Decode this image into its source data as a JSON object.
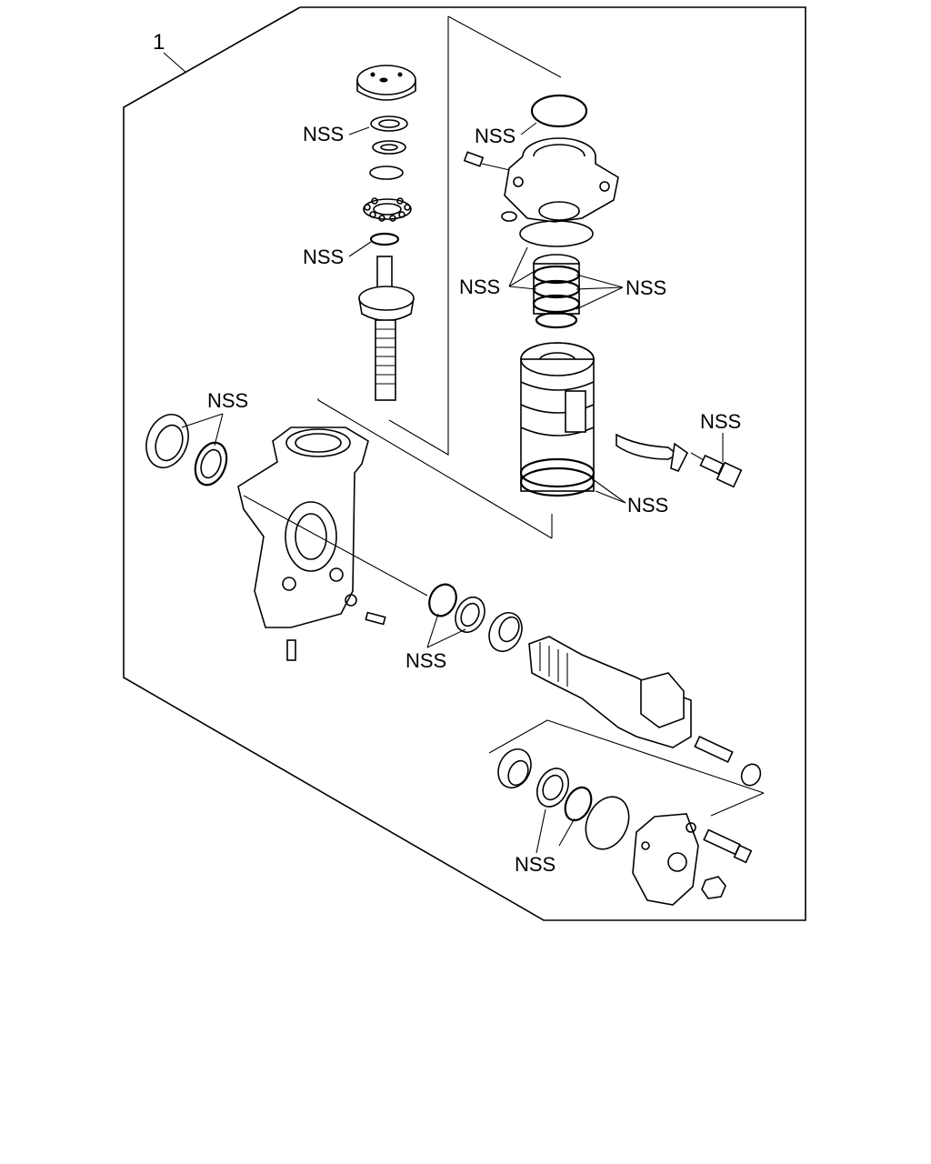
{
  "diagram": {
    "item_number": "1",
    "callouts": [
      {
        "id": "nss-upper-bearing",
        "text": "NSS"
      },
      {
        "id": "nss-oring-shaft",
        "text": "NSS"
      },
      {
        "id": "nss-top-oring",
        "text": "NSS"
      },
      {
        "id": "nss-seals-left",
        "text": "NSS"
      },
      {
        "id": "nss-seals-right",
        "text": "NSS"
      },
      {
        "id": "nss-housing-seals",
        "text": "NSS"
      },
      {
        "id": "nss-bolt",
        "text": "NSS"
      },
      {
        "id": "nss-piston-rings",
        "text": "NSS"
      },
      {
        "id": "nss-sector-seals",
        "text": "NSS"
      },
      {
        "id": "nss-cover-seals",
        "text": "NSS"
      }
    ]
  }
}
